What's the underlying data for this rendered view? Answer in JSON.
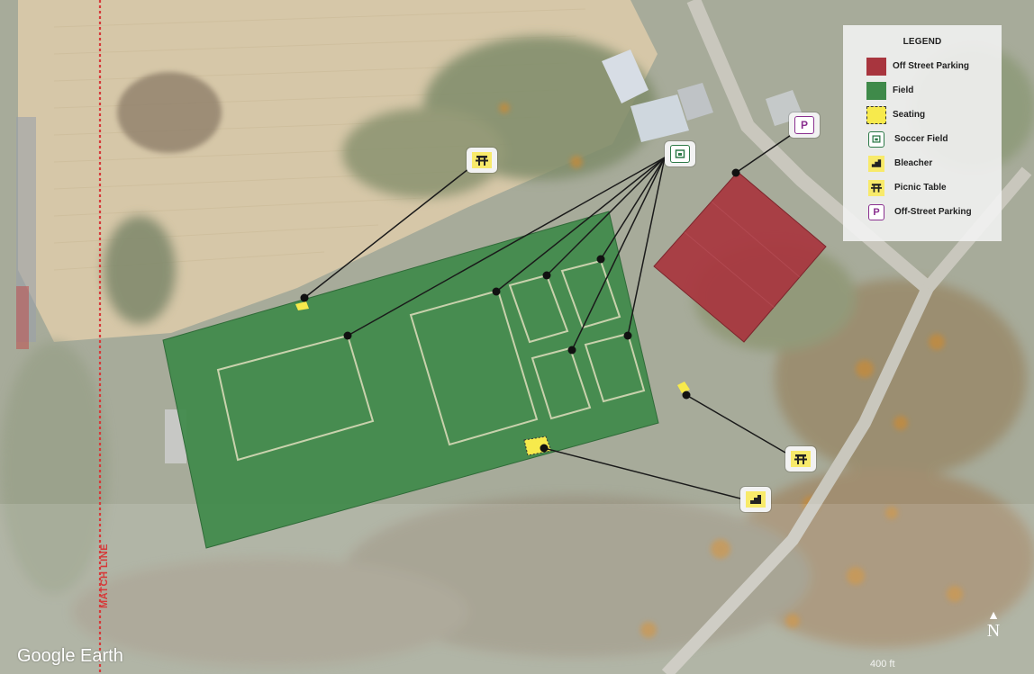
{
  "legend": {
    "title": "LEGEND",
    "items": [
      {
        "label": "Off Street Parking",
        "color": "#a8353e",
        "icon": "parking-area-swatch"
      },
      {
        "label": "Field",
        "color": "#3f8a4a",
        "icon": "field-swatch"
      },
      {
        "label": "Seating",
        "color": "#f7ea4c",
        "icon": "seating-swatch"
      },
      {
        "label": "Soccer Field",
        "color": "#2d7a48",
        "icon": "soccer-field-icon"
      },
      {
        "label": "Bleacher",
        "color": "#f8ea6a",
        "icon": "bleacher-icon"
      },
      {
        "label": "Picnic Table",
        "color": "#f8ea6a",
        "icon": "picnic-table-icon"
      },
      {
        "label": "Off-Street Parking",
        "color": "#8a2f8f",
        "icon": "parking-p-icon"
      }
    ]
  },
  "map": {
    "match_line_label": "MATCH LINE",
    "match_line_color": "#d63a3a",
    "watermark": "Google Earth",
    "scale_label": "400 ft",
    "north_label": "N",
    "parking_marker_letter": "P"
  }
}
